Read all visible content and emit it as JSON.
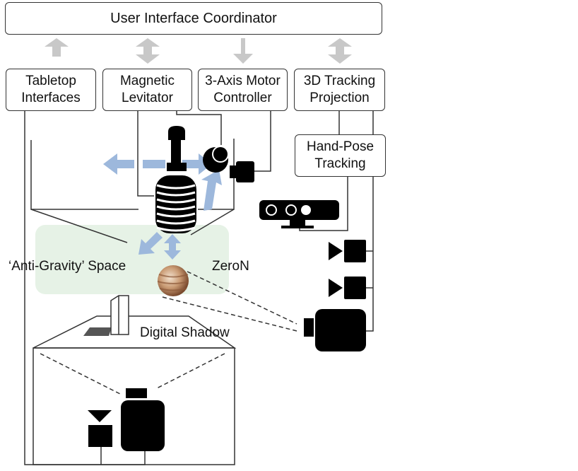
{
  "boxes": {
    "coordinator": "User Interface Coordinator",
    "tabletop": "Tabletop\nInterfaces",
    "levitator": "Magnetic\nLevitator",
    "motor": "3-Axis Motor\nController",
    "projection": "3D Tracking\nProjection",
    "handpose": "Hand-Pose\nTracking"
  },
  "labels": {
    "space": "‘Anti-Gravity’ Space",
    "zeron": "ZeroN",
    "shadow": "Digital Shadow"
  },
  "colors": {
    "arrow_gray": "#c8c8c8",
    "arrow_blue": "#9db8dc",
    "space_fill": "#e6f2e6",
    "device": "#000000"
  }
}
